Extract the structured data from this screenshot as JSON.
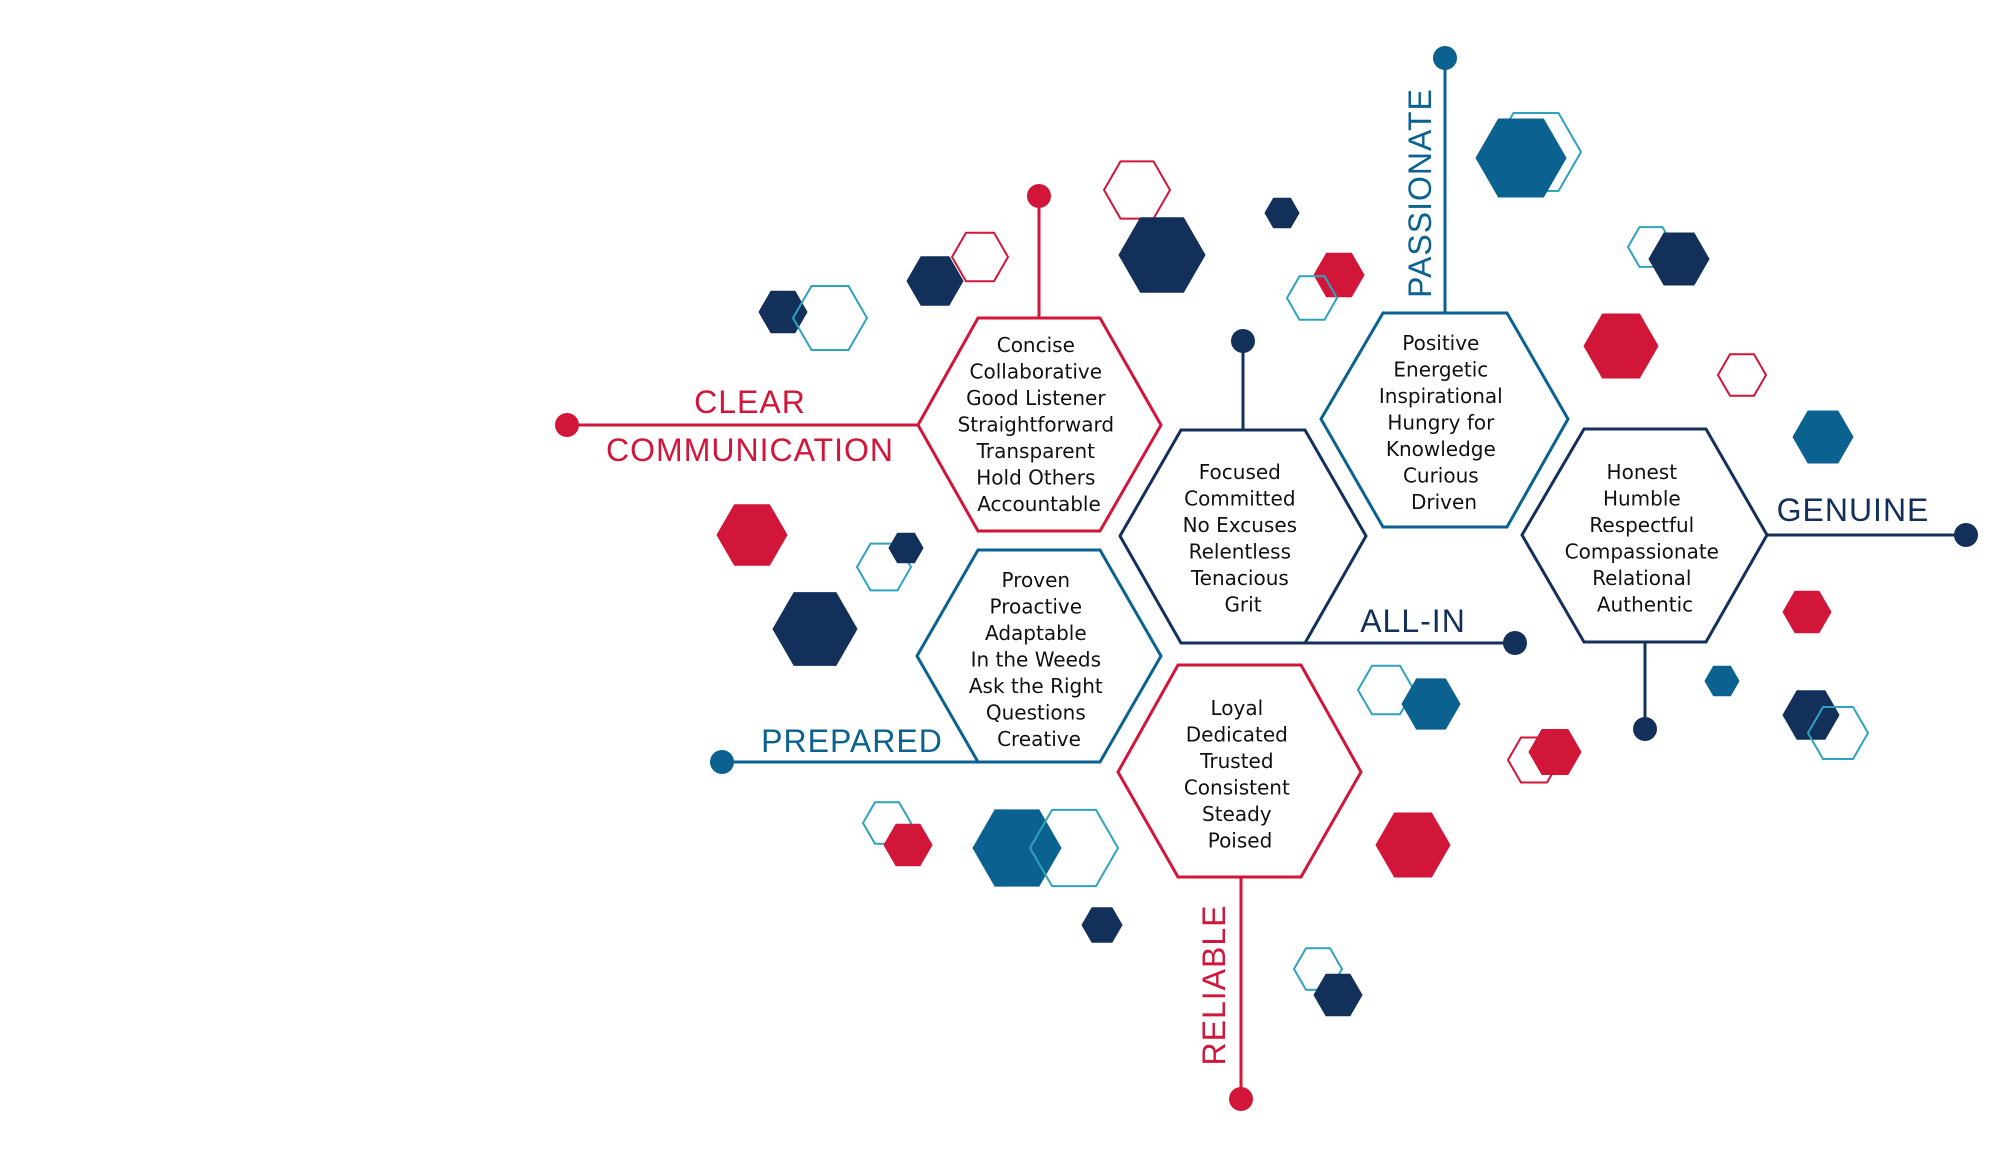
{
  "colors": {
    "red": "#d2163a",
    "navy": "#13305a",
    "blue": "#0b6291",
    "teal": "#2ea3be",
    "text": "#111111"
  },
  "categories": [
    {
      "id": "clear-communication",
      "label_lines": [
        "CLEAR",
        "COMMUNICATION"
      ],
      "color": "red",
      "traits": [
        "Concise",
        "Collaborative",
        "Good Listener",
        "Straightforward",
        "Transparent",
        "Hold Others",
        "Accountable"
      ]
    },
    {
      "id": "prepared",
      "label_lines": [
        "PREPARED"
      ],
      "color": "blue",
      "traits": [
        "Proven",
        "Proactive",
        "Adaptable",
        "In the Weeds",
        "Ask the Right",
        "Questions",
        "Creative"
      ]
    },
    {
      "id": "all-in",
      "label_lines": [
        "ALL-IN"
      ],
      "color": "navy",
      "traits": [
        "Focused",
        "Committed",
        "No Excuses",
        "Relentless",
        "Tenacious",
        "Grit"
      ]
    },
    {
      "id": "reliable",
      "label_lines": [
        "RELIABLE"
      ],
      "color": "red",
      "traits": [
        "Loyal",
        "Dedicated",
        "Trusted",
        "Consistent",
        "Steady",
        "Poised"
      ]
    },
    {
      "id": "passionate",
      "label_lines": [
        "PASSIONATE"
      ],
      "color": "blue",
      "traits": [
        "Positive",
        "Energetic",
        "Inspirational",
        "Hungry for",
        "Knowledge",
        "Curious",
        "Driven"
      ]
    },
    {
      "id": "genuine",
      "label_lines": [
        "GENUINE"
      ],
      "color": "navy",
      "traits": [
        "Honest",
        "Humble",
        "Respectful",
        "Compassionate",
        "Relational",
        "Authentic"
      ]
    }
  ]
}
